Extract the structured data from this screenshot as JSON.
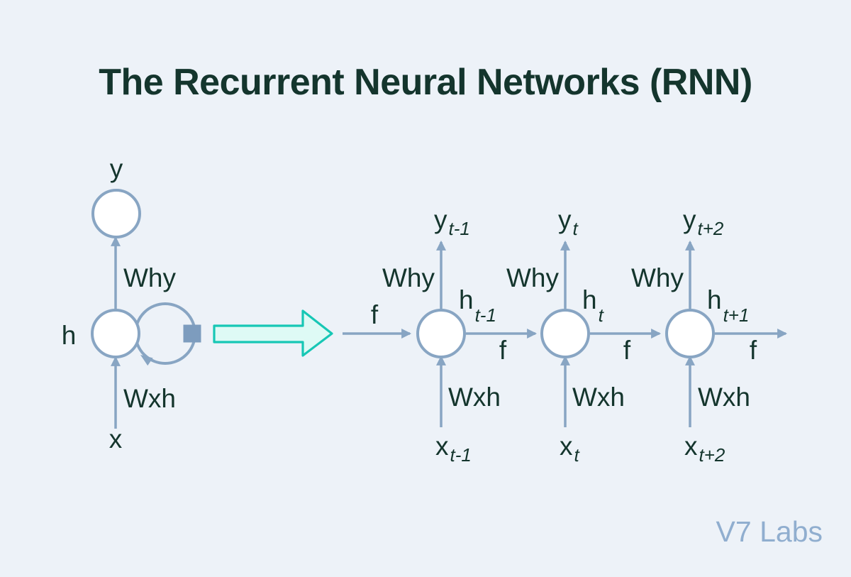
{
  "title": "The Recurrent Neural Networks (RNN)",
  "watermark": "V7 Labs",
  "colors": {
    "background": "#edf2f8",
    "ink": "#14352d",
    "line": "#88a5c3",
    "node_fill": "#ffffff",
    "square": "#7d9cbe",
    "big_arrow_fill": "#defaf5",
    "big_arrow_stroke": "#17c7b5",
    "watermark": "#90aecf"
  },
  "folded": {
    "output_label": "y",
    "why_label": "Why",
    "hidden_label": "h",
    "wxh_label": "Wxh",
    "input_label": "x"
  },
  "unfolded": {
    "f_in_label": "f",
    "cells": [
      {
        "y": "y",
        "y_sub": "t-1",
        "why": "Why",
        "h": "h",
        "h_sub": "t-1",
        "f_out": "f",
        "wxh": "Wxh",
        "x": "x",
        "x_sub": "t-1"
      },
      {
        "y": "y",
        "y_sub": "t",
        "why": "Why",
        "h": "h",
        "h_sub": "t",
        "f_out": "f",
        "wxh": "Wxh",
        "x": "x",
        "x_sub": "t"
      },
      {
        "y": "y",
        "y_sub": "t+2",
        "why": "Why",
        "h": "h",
        "h_sub": "t+1",
        "f_out": "f",
        "wxh": "Wxh",
        "x": "x",
        "x_sub": "t+2"
      }
    ]
  }
}
